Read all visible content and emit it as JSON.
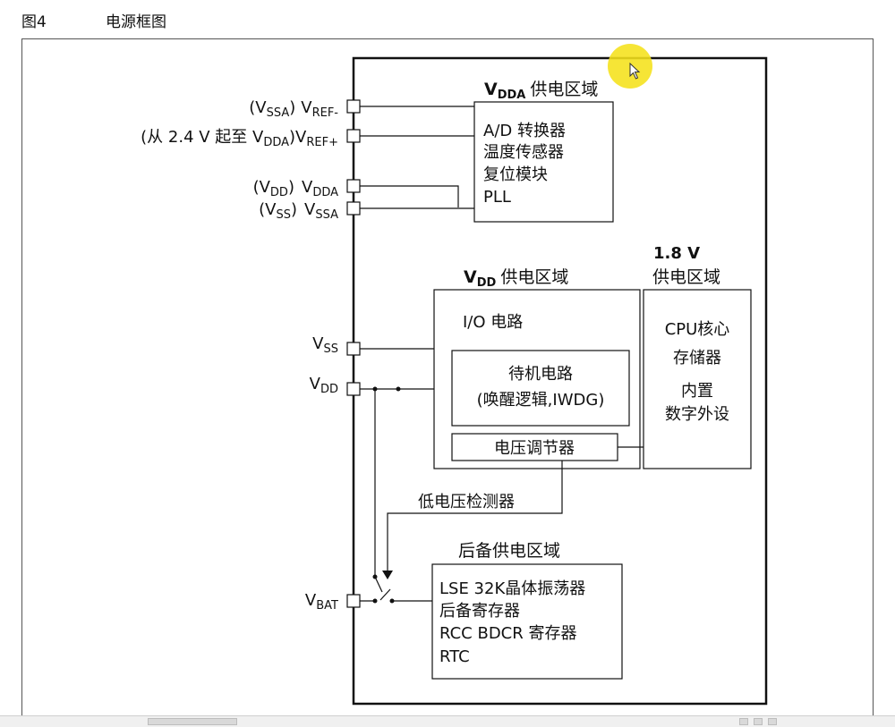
{
  "figure": {
    "number": "图4",
    "title": "电源框图"
  },
  "regions": {
    "vdda": {
      "v": "V",
      "sub": "DDA",
      "suffix": "供电区域",
      "items": [
        "A/D 转换器",
        "温度传感器",
        "复位模块",
        "PLL"
      ]
    },
    "vdd": {
      "v": "V",
      "sub": "DD",
      "suffix": "供电区域",
      "io": "I/O 电路",
      "standby_line1": "待机电路",
      "standby_line2": "(唤醒逻辑,IWDG)",
      "regulator": "电压调节器"
    },
    "core18": {
      "line1": "1.8 V",
      "line2": "供电区域",
      "items": [
        "CPU核心",
        "存储器",
        "内置",
        "数字外设"
      ]
    },
    "backup": {
      "title": "后备供电区域",
      "items": [
        "LSE 32K晶体振荡器",
        "后备寄存器",
        "RCC BDCR 寄存器",
        "RTC"
      ]
    }
  },
  "detector": "低电压检测器",
  "pins": {
    "vref_minus": {
      "pre_v": "(V",
      "pre_sub": "SSA",
      "pre_close": ")",
      "v": "V",
      "sub": "REF-"
    },
    "vref_plus": {
      "prefix": "(从 2.4 V 起至 V",
      "pre_sub": "DDA",
      "pre_close": ")",
      "v": "V",
      "sub": "REF+"
    },
    "vdda": {
      "pre_v": "(V",
      "pre_sub": "DD",
      "pre_close": ")",
      "v": "V",
      "sub": "DDA"
    },
    "vssa": {
      "pre_v": "(V",
      "pre_sub": "SS",
      "pre_close": ")",
      "v": "V",
      "sub": "SSA"
    },
    "vss": {
      "v": "V",
      "sub": "SS"
    },
    "vdd": {
      "v": "V",
      "sub": "DD"
    },
    "vbat": {
      "v": "V",
      "sub": "BAT"
    }
  },
  "colors": {
    "line": "#111111",
    "frame": "#555555",
    "highlight": "#f5e11a"
  }
}
